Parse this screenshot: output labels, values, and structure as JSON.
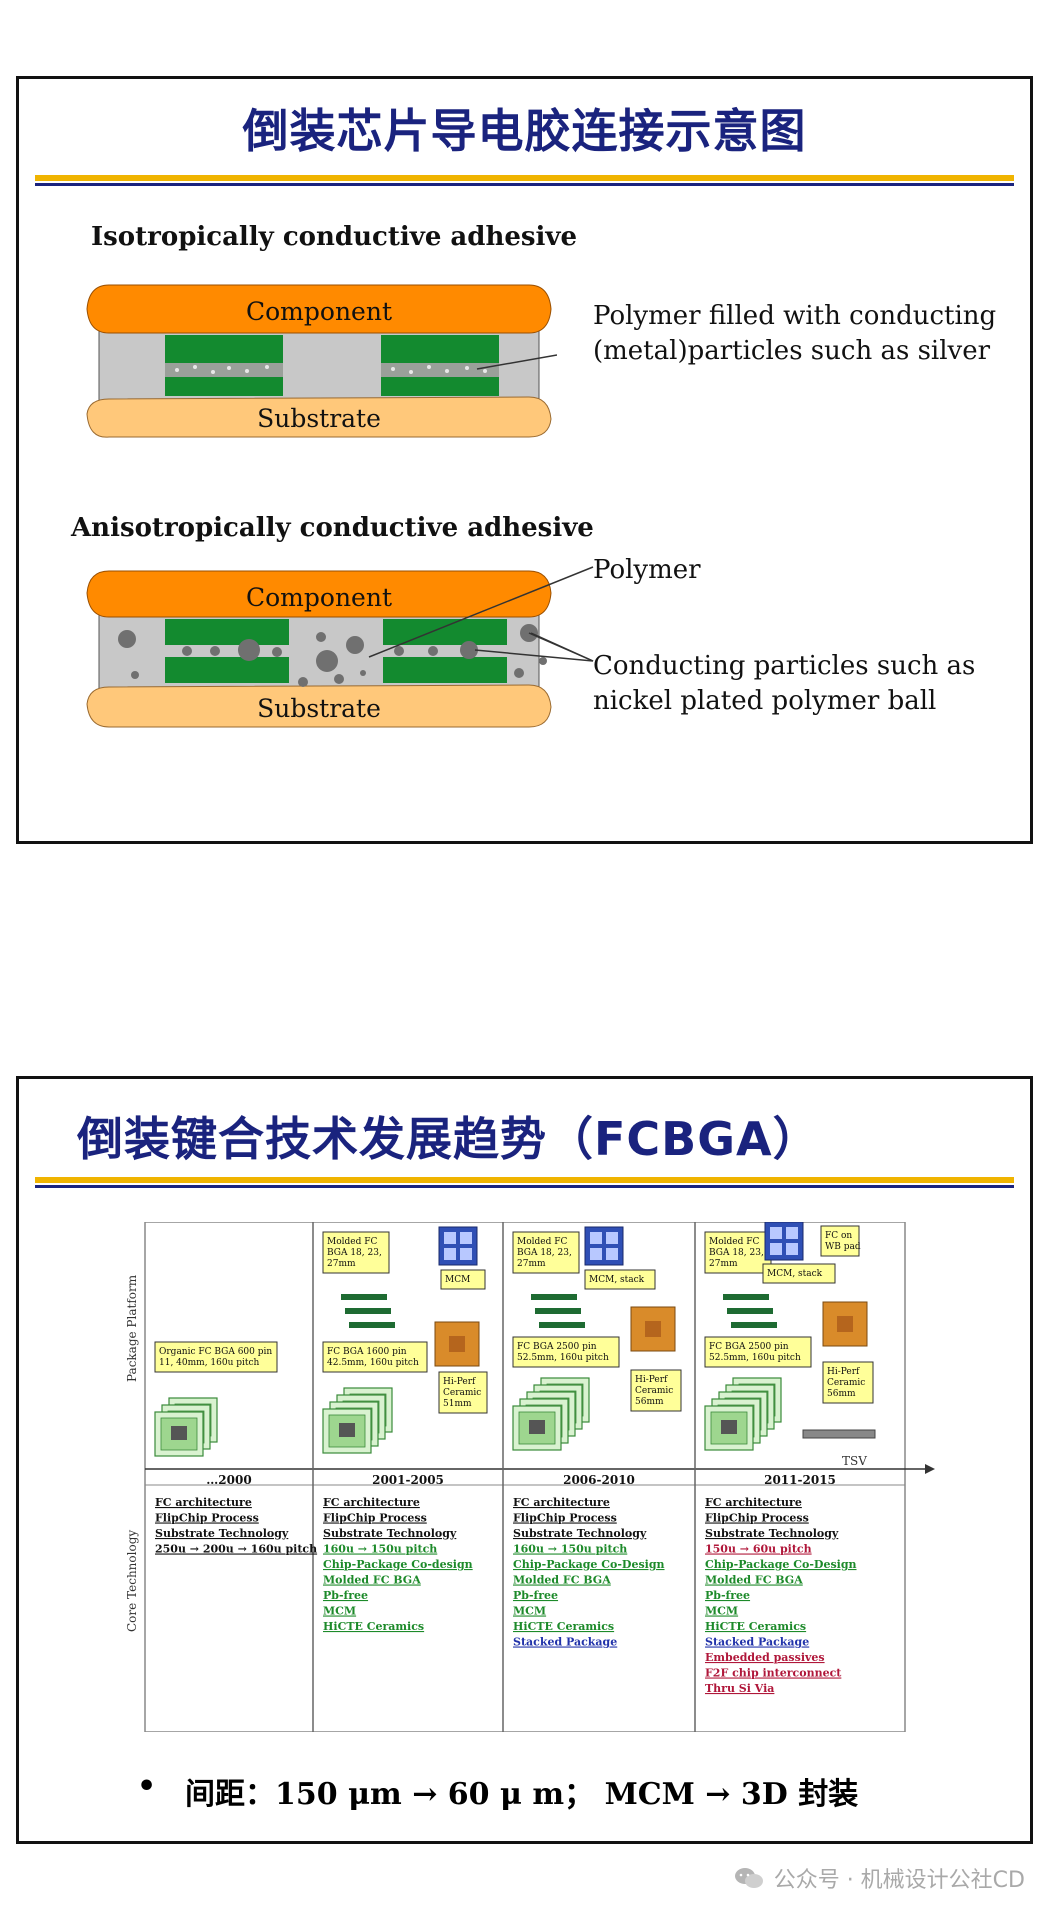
{
  "slide1": {
    "title": "倒装芯片导电胶连接示意图",
    "iso": {
      "heading": "Isotropically conductive adhesive",
      "component": "Component",
      "substrate": "Substrate",
      "callout_line1": "Polymer filled with conducting",
      "callout_line2": "(metal)particles such as silver"
    },
    "aniso": {
      "heading": "Anisotropically conductive adhesive",
      "component": "Component",
      "substrate": "Substrate",
      "polymer_label": "Polymer",
      "callout_line1": "Conducting particles such as",
      "callout_line2": "nickel plated polymer ball"
    },
    "colors": {
      "component": "#ff8a00",
      "substrate": "#ffc87a",
      "pad": "#138a2f",
      "adhesive": "#c8c8c8",
      "particle": "#707070"
    }
  },
  "slide2": {
    "title": "倒装键合技术发展趋势（FCBGA）",
    "row_labels": {
      "top": "Package Platform",
      "bottom": "Core Technology"
    },
    "timeline_end": "TSV",
    "periods": [
      {
        "label": "…2000",
        "boxes": [
          "Organic FC BGA 600 pin 11, 40mm, 160u pitch"
        ],
        "core": [
          {
            "t": "FC architecture",
            "c": "#111111"
          },
          {
            "t": "FlipChip Process",
            "c": "#111111"
          },
          {
            "t": "Substrate Technology",
            "c": "#111111"
          },
          {
            "t": "250u → 200u → 160u pitch",
            "c": "#111111"
          }
        ]
      },
      {
        "label": "2001-2005",
        "boxes": [
          "Molded FC BGA 18, 23, 27mm",
          "MCM",
          "FC BGA 1600 pin 42.5mm, 160u pitch",
          "Hi-Perf Ceramic 51mm"
        ],
        "core": [
          {
            "t": "FC architecture",
            "c": "#111111"
          },
          {
            "t": "FlipChip Process",
            "c": "#111111"
          },
          {
            "t": "Substrate Technology",
            "c": "#111111"
          },
          {
            "t": "160u → 150u pitch",
            "c": "#1d8a2a"
          },
          {
            "t": "Chip-Package Co-design",
            "c": "#1d8a2a"
          },
          {
            "t": "Molded FC BGA",
            "c": "#1d8a2a"
          },
          {
            "t": "Pb-free",
            "c": "#1d8a2a"
          },
          {
            "t": "MCM",
            "c": "#1d8a2a"
          },
          {
            "t": "HiCTE Ceramics",
            "c": "#1d8a2a"
          }
        ]
      },
      {
        "label": "2006-2010",
        "boxes": [
          "Molded FC BGA 18, 23, 27mm",
          "MCM, stack",
          "FC BGA 2500 pin 52.5mm, 160u pitch",
          "Hi-Perf Ceramic 56mm"
        ],
        "core": [
          {
            "t": "FC architecture",
            "c": "#111111"
          },
          {
            "t": "FlipChip Process",
            "c": "#111111"
          },
          {
            "t": "Substrate Technology",
            "c": "#111111"
          },
          {
            "t": "160u → 150u pitch",
            "c": "#1d8a2a"
          },
          {
            "t": "Chip-Package Co-Design",
            "c": "#1d8a2a"
          },
          {
            "t": "Molded FC BGA",
            "c": "#1d8a2a"
          },
          {
            "t": "Pb-free",
            "c": "#1d8a2a"
          },
          {
            "t": "MCM",
            "c": "#1d8a2a"
          },
          {
            "t": "HiCTE Ceramics",
            "c": "#1d8a2a"
          },
          {
            "t": "Stacked Package",
            "c": "#2233aa"
          }
        ]
      },
      {
        "label": "2011-2015",
        "boxes": [
          "Molded FC BGA 18, 23, 27mm",
          "FC on WB pad",
          "MCM, stack",
          "FC BGA 2500 pin 52.5mm, 160u pitch",
          "Hi-Perf Ceramic 56mm"
        ],
        "core": [
          {
            "t": "FC architecture",
            "c": "#111111"
          },
          {
            "t": "FlipChip Process",
            "c": "#111111"
          },
          {
            "t": "Substrate Technology",
            "c": "#111111"
          },
          {
            "t": "150u → 60u pitch",
            "c": "#b0173a"
          },
          {
            "t": "Chip-Package Co-Design",
            "c": "#1d8a2a"
          },
          {
            "t": "Molded FC BGA",
            "c": "#1d8a2a"
          },
          {
            "t": "Pb-free",
            "c": "#1d8a2a"
          },
          {
            "t": "MCM",
            "c": "#1d8a2a"
          },
          {
            "t": "HiCTE Ceramics",
            "c": "#1d8a2a"
          },
          {
            "t": "Stacked Package",
            "c": "#2233aa"
          },
          {
            "t": "Embedded passives",
            "c": "#b0173a"
          },
          {
            "t": "F2F chip interconnect",
            "c": "#b0173a"
          },
          {
            "t": "Thru Si Via",
            "c": "#b0173a"
          }
        ]
      }
    ],
    "bullet": "•",
    "bullet_text": "间距：150 μm → 60 μ m； MCM → 3D 封装"
  },
  "watermark": {
    "text": "公众号 · 机械设计公社CD",
    "icon": "wechat-icon"
  }
}
